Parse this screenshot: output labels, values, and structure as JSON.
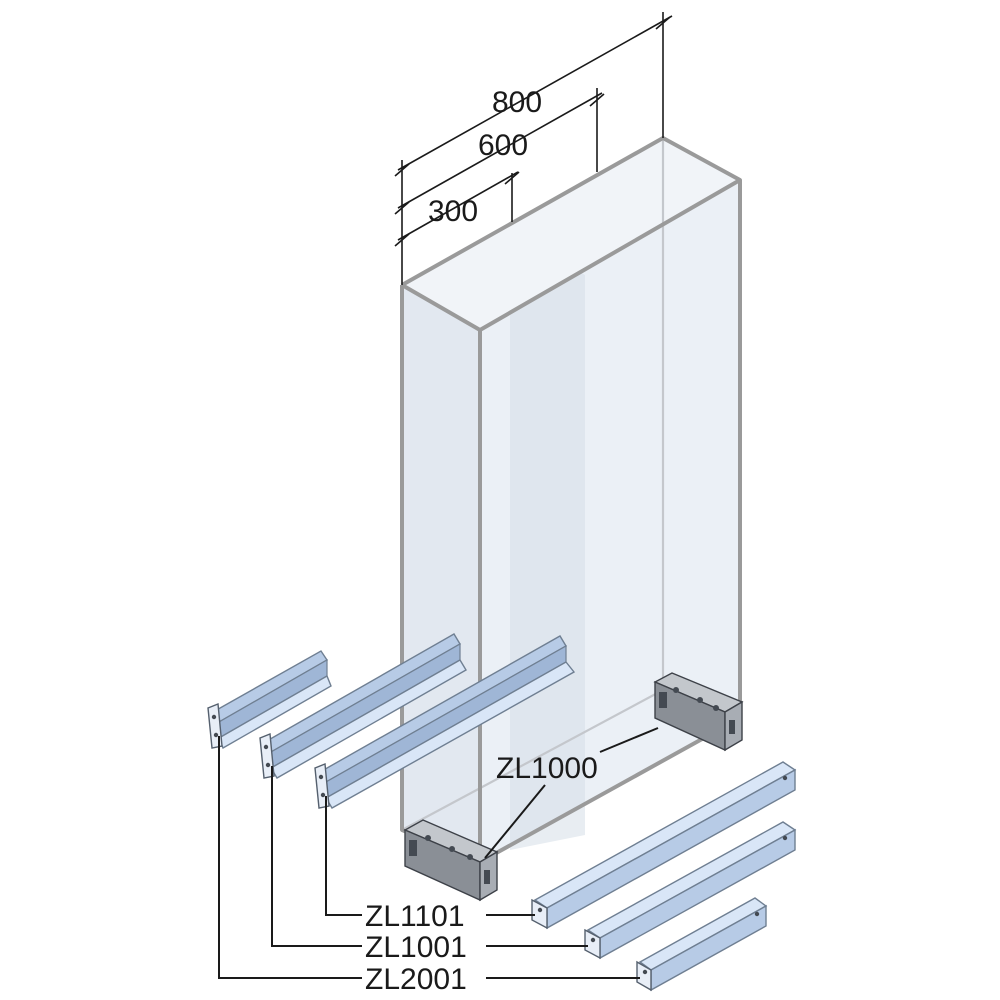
{
  "dimensions": {
    "d800": "800",
    "d600": "600",
    "d300": "300"
  },
  "parts": {
    "base_bracket": "ZL1000",
    "rail_a": "ZL1101",
    "rail_b": "ZL1001",
    "rail_c": "ZL2001"
  },
  "colors": {
    "rail_blue": "#b7cbe6",
    "cabinet_glass": "#e4ebf3",
    "bracket_grey": "#a8adb4"
  }
}
